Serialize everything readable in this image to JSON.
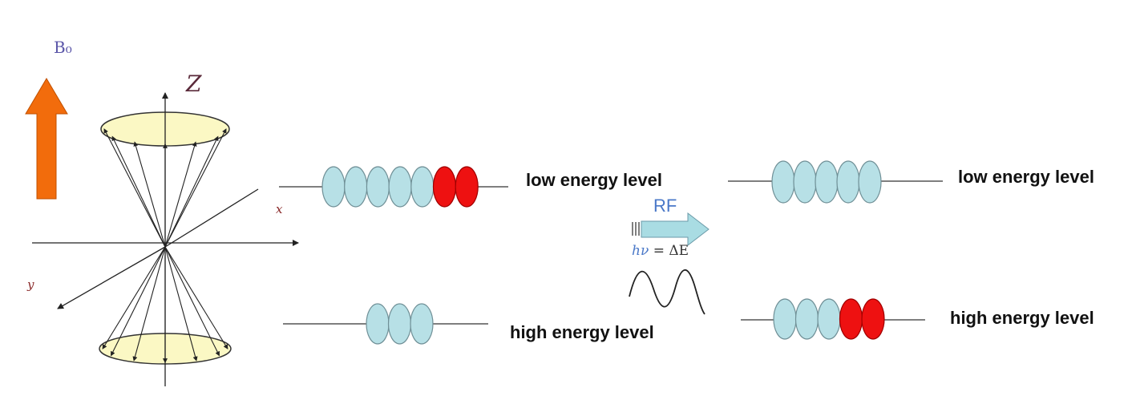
{
  "field": {
    "label": "B₀",
    "arrow_color": "#f26c0c"
  },
  "axes": {
    "z": "Z",
    "x": "x",
    "y": "y"
  },
  "cone_color": "#fbf8c4",
  "spin_colors": {
    "normal": "#b7e0e6",
    "flipped": "#ee1111"
  },
  "before": {
    "low": {
      "label": "low energy level",
      "normal": 5,
      "flipped": 2
    },
    "high": {
      "label": "high energy level",
      "normal": 3,
      "flipped": 0
    }
  },
  "transition": {
    "label": "RF",
    "equation_hv": "hν",
    "equation_rest": " = ΔE",
    "arrow_color": "#a9dce3"
  },
  "after": {
    "low": {
      "label": "low energy level",
      "normal": 5,
      "flipped": 0
    },
    "high": {
      "label": "high energy level",
      "normal": 3,
      "flipped": 2
    }
  }
}
